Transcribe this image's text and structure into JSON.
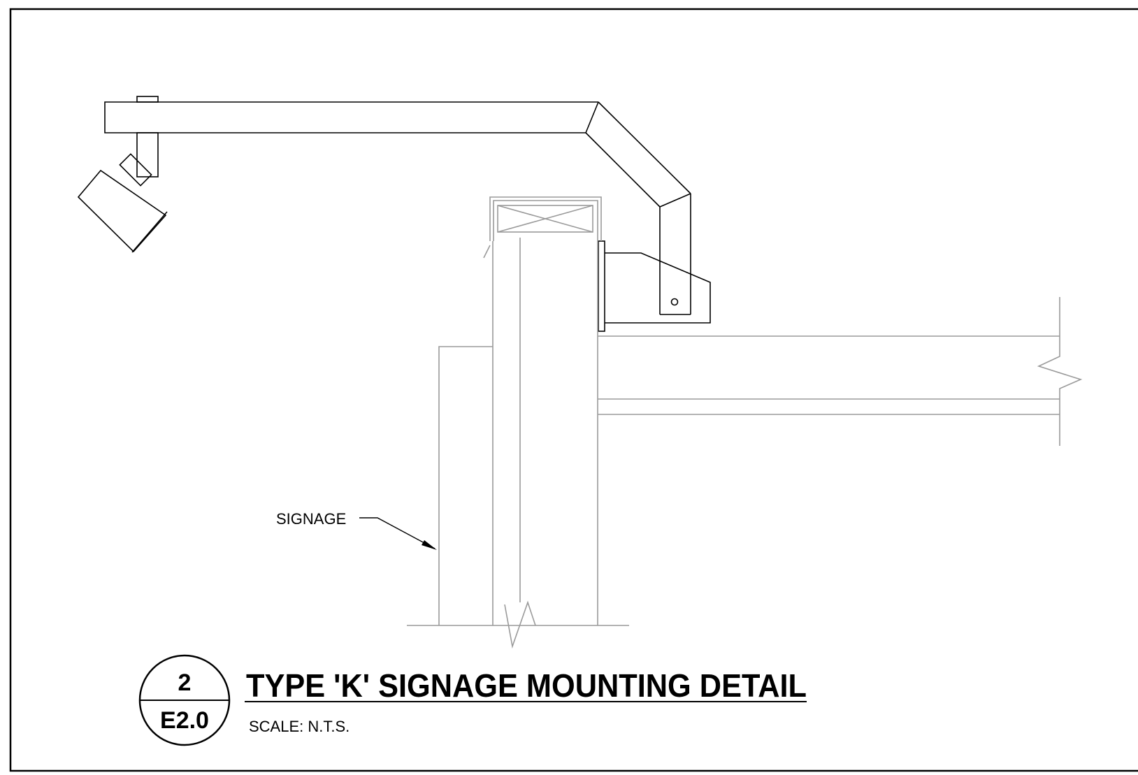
{
  "callouts": {
    "signage": "SIGNAGE"
  },
  "title_block": {
    "title": "TYPE 'K' SIGNAGE MOUNTING DETAIL",
    "scale": "SCALE:  N.T.S.",
    "detail_number": "2",
    "sheet_number": "E2.0"
  },
  "colors": {
    "linework": "#000000",
    "context": "#9a9a9a"
  },
  "icons": {
    "fixture": "spotlight-fixture-icon"
  }
}
